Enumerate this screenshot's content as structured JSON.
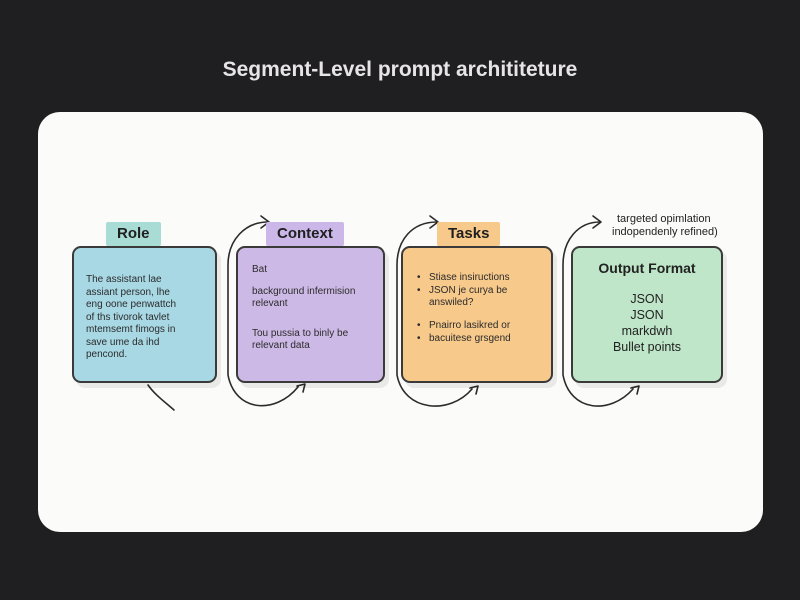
{
  "title": "Segment-Level prompt archititeture",
  "segments": {
    "role": {
      "label": "Role",
      "lines": [
        "The assistant lae",
        "assiant person, lhe",
        "eng oone penwattch",
        "of ths tivorok tavlet",
        "mtemsemt fimogs in",
        "save ume da ihd",
        "pencond."
      ],
      "color": "#a8d8e4"
    },
    "context": {
      "label": "Context",
      "lines": [
        "Bat",
        "background infermision",
        "relevant",
        "Tou pussia to binly be",
        "relevant data"
      ],
      "color": "#cdb9e6"
    },
    "tasks": {
      "label": "Tasks",
      "bullets": [
        "Stiase insiructions",
        "JSON je curya be",
        "answiled?",
        "Pnairro lasikred or",
        "bacuitese grsgend"
      ],
      "color": "#f7c98b"
    },
    "output": {
      "label": "Output Format",
      "items": [
        "JSON",
        "JSON",
        "markdwh",
        "Bullet points"
      ],
      "color": "#bfe6c8"
    }
  },
  "note": {
    "line1": "targeted opimlation",
    "line2": "indopendenly refined)"
  }
}
